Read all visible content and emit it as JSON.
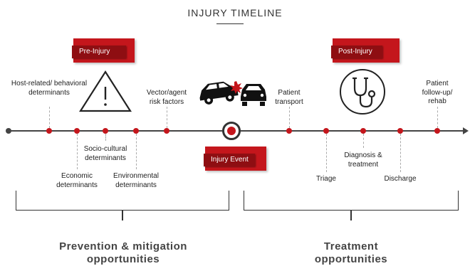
{
  "title": "INJURY TIMELINE",
  "tags": {
    "pre_injury": "Pre-Injury",
    "post_injury": "Post-Injury",
    "injury_event": "Injury Event"
  },
  "labels": {
    "host_related": [
      "Host-related/ behavioral",
      "determinants"
    ],
    "vector_agent": [
      "Vector/agent",
      "risk factors"
    ],
    "economic": [
      "Economic",
      "determinants"
    ],
    "socio_cultural": [
      "Socio-cultural",
      "determinants"
    ],
    "environmental": [
      "Environmental",
      "determinants"
    ],
    "patient_transport": [
      "Patient",
      "transport"
    ],
    "triage": "Triage",
    "diagnosis": [
      "Diagnosis &",
      "treatment"
    ],
    "discharge": "Discharge",
    "followup": [
      "Patient",
      "follow-up/",
      "rehab"
    ]
  },
  "sections": {
    "prevention": [
      "Prevention & mitigation",
      "opportunities"
    ],
    "treatment": [
      "Treatment",
      "opportunities"
    ]
  },
  "colors": {
    "accent": "#c4161c",
    "accent_dark": "#8e0e12",
    "axis": "#444444"
  },
  "icons": {
    "warning": "warning-triangle-icon",
    "crash": "car-crash-icon",
    "stethoscope": "stethoscope-icon"
  }
}
